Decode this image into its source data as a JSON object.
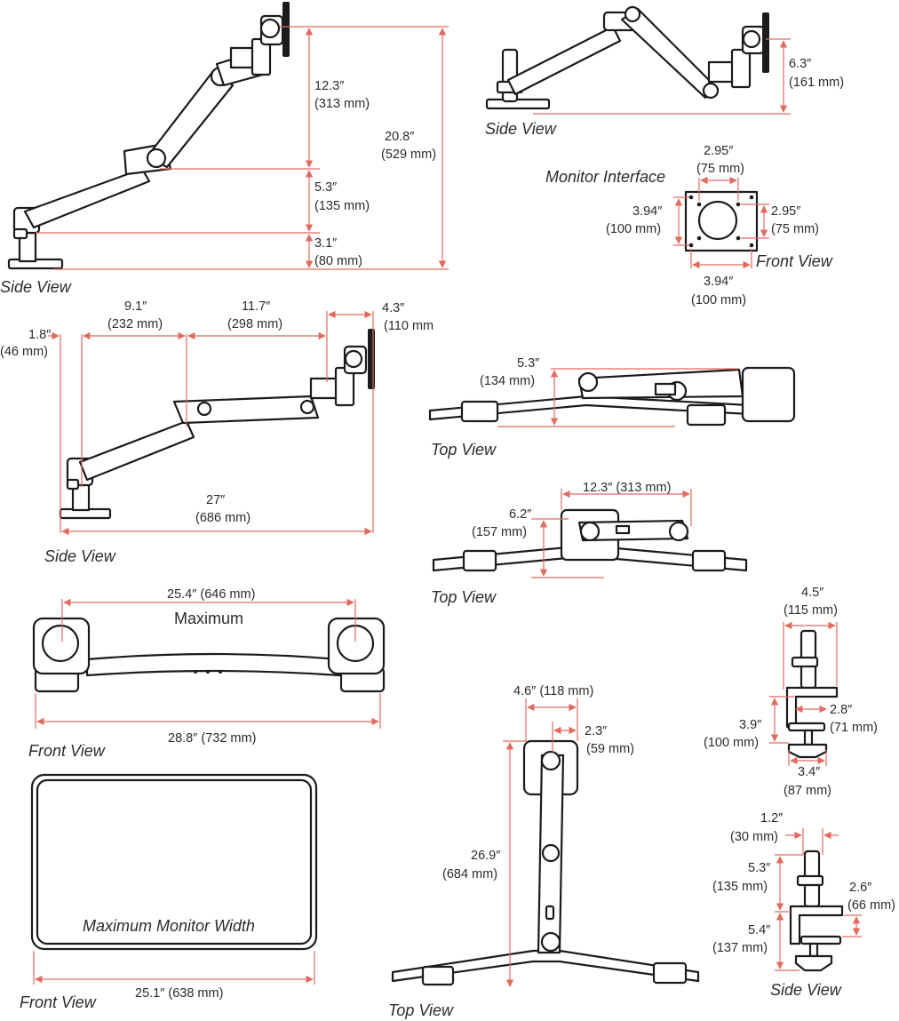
{
  "dims": {
    "h12_3": "12.3″",
    "h12_3mm": "(313 mm)",
    "h20_8": "20.8″",
    "h20_8mm": "(529 mm)",
    "h5_3": "5.3″",
    "h5_3mm": "(135 mm)",
    "h3_1": "3.1″",
    "h3_1mm": "(80 mm)",
    "r6_3": "6.3″",
    "r6_3mm": "(161 mm)",
    "mi_top": "2.95″",
    "mi_topmm": "(75 mm)",
    "mi_right": "2.95″",
    "mi_rightmm": "(75 mm)",
    "mi_left": "3.94″",
    "mi_leftmm": "(100 mm)",
    "mi_bottom": "3.94″",
    "mi_bottommm": "(100 mm)",
    "s1_8": "1.8″",
    "s1_8mm": "(46 mm)",
    "s9_1": "9.1″",
    "s9_1mm": "(232 mm)",
    "s11_7": "11.7″",
    "s11_7mm": "(298 mm)",
    "s4_3": "4.3″",
    "s4_3mm": "(110 mm",
    "s27": "27″",
    "s27mm": "(686 mm)",
    "t5_3": "5.3″",
    "t5_3mm": "(134 mm)",
    "t12_3": "12.3″ (313 mm)",
    "t6_2": "6.2″",
    "t6_2mm": "(157 mm)",
    "f25_4": "25.4″ (646 mm)",
    "f28_8": "28.8″ (732 mm)",
    "c4_5": "4.5″",
    "c4_5mm": "(115 mm)",
    "c2_8": "2.8″",
    "c2_8mm": "(71 mm)",
    "c3_9": "3.9″",
    "c3_9mm": "(100 mm)",
    "c3_4": "3.4″",
    "c3_4mm": "(87 mm)",
    "c1_2": "1.2″",
    "c1_2mm": "(30 mm)",
    "c5_3": "5.3″",
    "c5_3mm": "(135 mm)",
    "c2_6": "2.6″",
    "c2_6mm": "(66 mm)",
    "c5_4": "5.4″",
    "c5_4mm": "(137 mm)",
    "tv4_6": "4.6″ (118 mm)",
    "tv2_3": "2.3″",
    "tv2_3mm": "(59 mm)",
    "tv26_9": "26.9″",
    "tv26_9mm": "(684 mm)",
    "m25_1": "25.1″ (638 mm)"
  },
  "titles": {
    "side_view_1": "Side View",
    "side_view_2": "Side View",
    "monitor_interface": "Monitor Interface",
    "front_view_1": "Front View",
    "side_view_3": "Side View",
    "top_view_1": "Top View",
    "top_view_2": "Top View",
    "maximum": "Maximum",
    "front_view_2": "Front View",
    "max_monitor_width": "Maximum Monitor Width",
    "front_view_3": "Front View",
    "top_view_3": "Top View",
    "side_view_4": "Side View"
  },
  "colors": {
    "dimension_line": "#e06b5f",
    "product_outline": "#1b1b1b"
  }
}
